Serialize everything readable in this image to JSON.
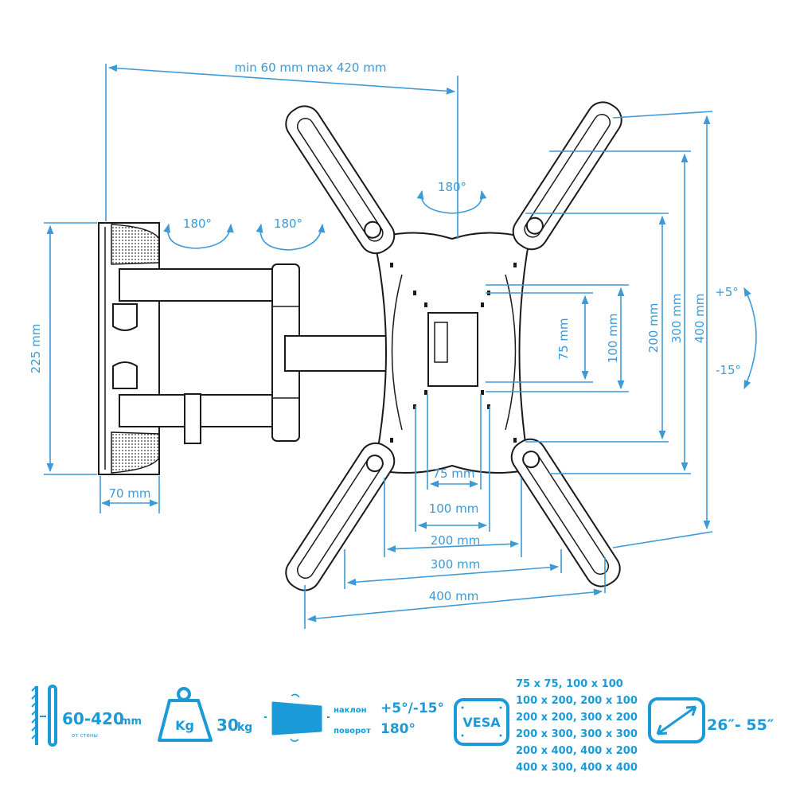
{
  "dimensions": {
    "depth_range": "min 60 mm max 420 mm",
    "rotation_plate": "180°",
    "rotation_wall": "180°",
    "rotation_arm": "180°",
    "wall_plate_height": "225 mm",
    "wall_plate_width": "70 mm",
    "vertical": [
      "75 mm",
      "100 mm",
      "200 mm",
      "300 mm",
      "400 mm"
    ],
    "horizontal": [
      "75 mm",
      "100 mm",
      "200 mm",
      "300 mm",
      "400 mm"
    ],
    "tilt_up": "+5°",
    "tilt_down": "-15°"
  },
  "specs": {
    "distance_value": "60-420",
    "distance_unit": "mm",
    "distance_note": "от стены",
    "weight_icon_label": "Kg",
    "weight_value": "30",
    "weight_unit": "kg",
    "tilt_label": "наклон",
    "tilt_value": "+5°/-15°",
    "swivel_label": "поворот",
    "swivel_value": "180°",
    "vesa_label": "VESA",
    "vesa_list": [
      "75 x 75, 100 x 100",
      "100 x 200, 200 x 100",
      "200 x 200, 300 x 200",
      "200 x 300, 300 x 300",
      "200 x 400, 400 x 200",
      "400 x 300, 400 x 400"
    ],
    "screen_size": "26″- 55″"
  },
  "colors": {
    "accent": "#1a9bd7",
    "dimension": "#3d9ad8",
    "line": "#1a1a1a"
  }
}
